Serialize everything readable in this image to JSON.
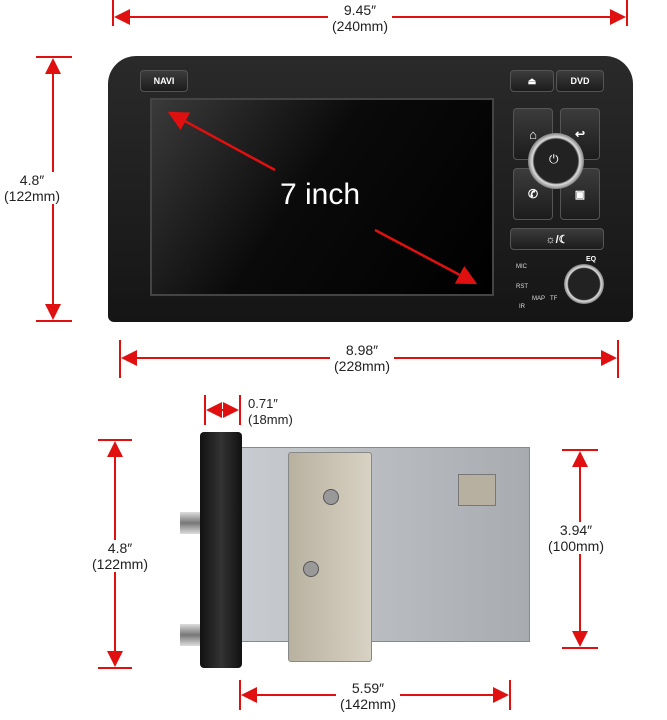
{
  "front_view": {
    "width": {
      "inch": "9.45″",
      "mm": "(240mm)"
    },
    "height": {
      "inch": "4.8″",
      "mm": "(122mm)"
    },
    "bottom_width": {
      "inch": "8.98″",
      "mm": "(228mm)"
    },
    "screen_label": "7 inch",
    "buttons": {
      "navi": "NAVI",
      "dvd": "DVD",
      "eq": "EQ",
      "mic": "MIC",
      "rst": "RST",
      "ir": "IR",
      "map": "MAP",
      "tf": "TF"
    }
  },
  "side_view": {
    "bezel_depth": {
      "inch": "0.71″",
      "mm": "(18mm)"
    },
    "height": {
      "inch": "4.8″",
      "mm": "(122mm)"
    },
    "chassis_height": {
      "inch": "3.94″",
      "mm": "(100mm)"
    },
    "depth": {
      "inch": "5.59″",
      "mm": "(142mm)"
    }
  },
  "colors": {
    "arrow": "#e01010",
    "unit": "#1c1c1c",
    "chassis": "#b8bcc0"
  }
}
